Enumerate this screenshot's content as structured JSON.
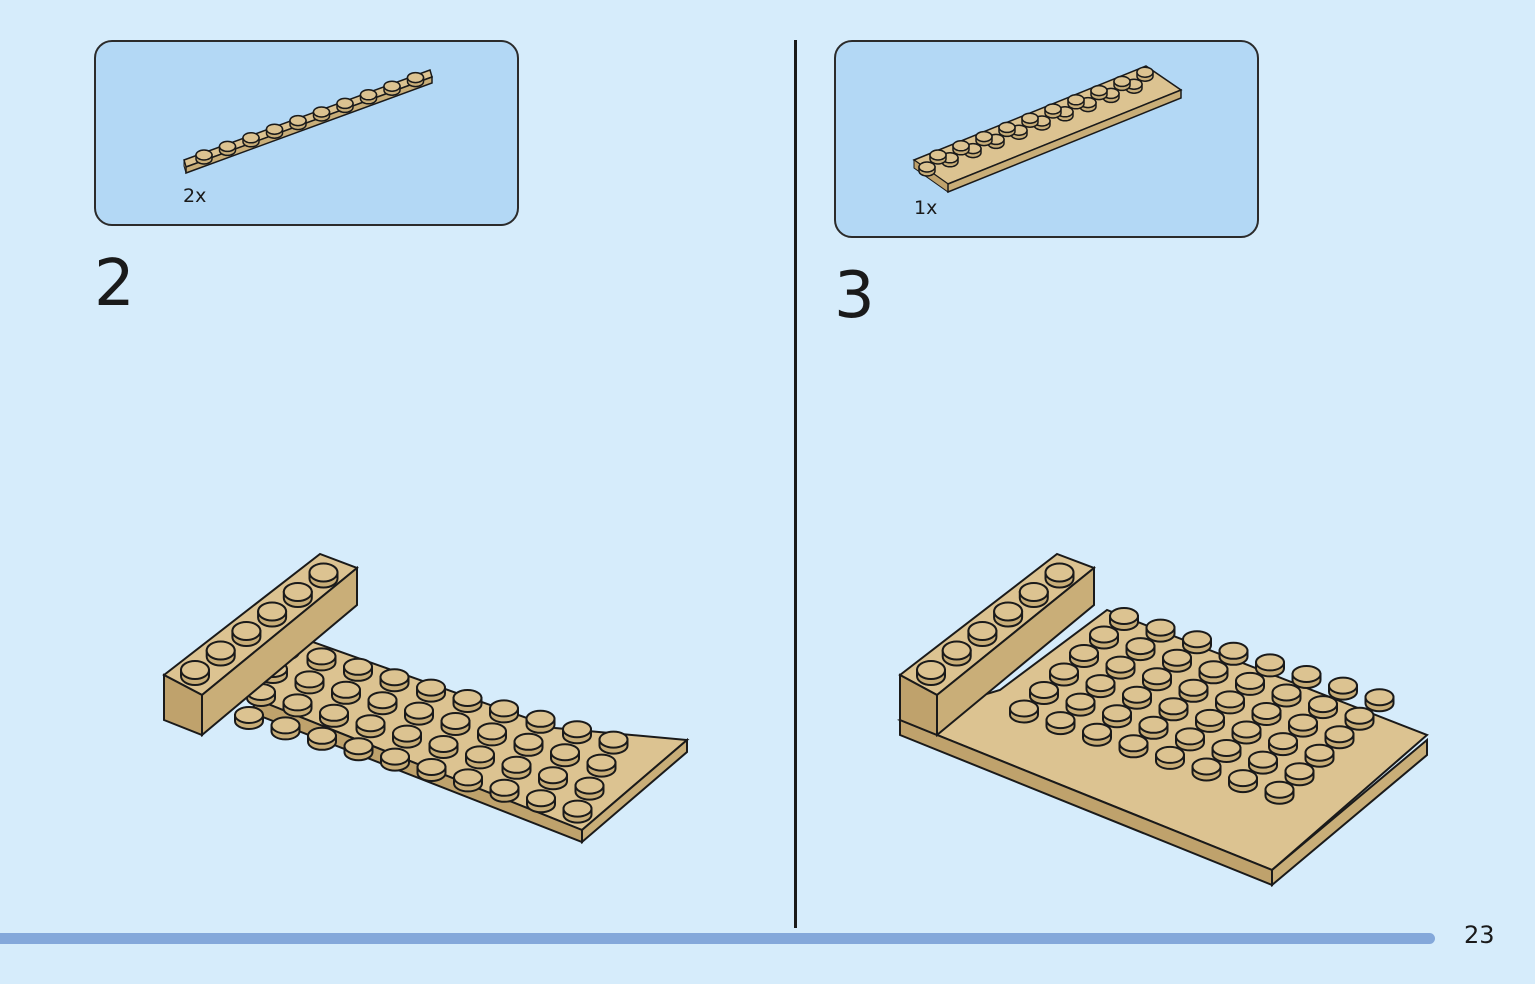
{
  "steps": [
    {
      "number": "2",
      "part_quantity": "2x",
      "part_icon": "tan-1x10-plate-icon",
      "model_icon": "bed-frame-step-2-icon"
    },
    {
      "number": "3",
      "part_quantity": "1x",
      "part_icon": "tan-2x10-plate-icon",
      "model_icon": "bed-frame-step-3-icon"
    }
  ],
  "page": {
    "number": "23"
  },
  "colors": {
    "background": "#d6ecfb",
    "parts_box": "#b3d8f5",
    "brick_top": "#dcc391",
    "brick_side": "#c9ae78",
    "brick_front": "#bfa26c",
    "outline": "#1a1a1a",
    "page_bar": "#84a8da"
  }
}
